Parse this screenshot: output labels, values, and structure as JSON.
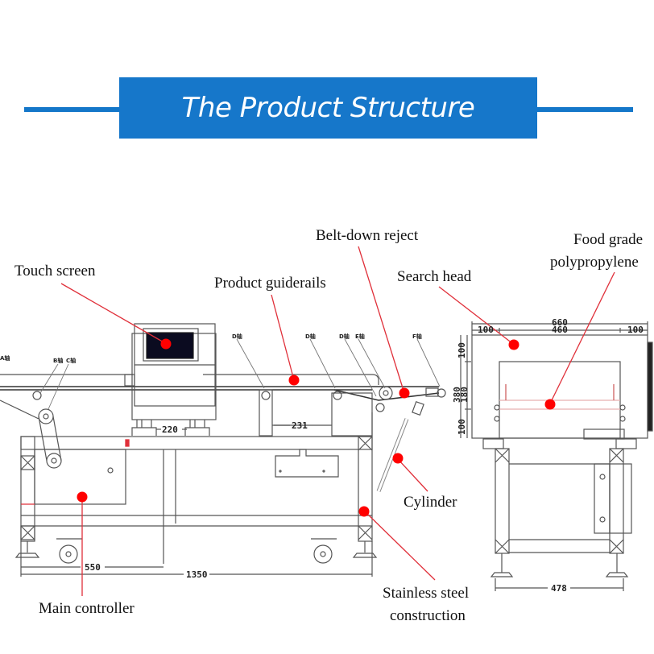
{
  "header": {
    "title": "The Product Structure"
  },
  "colors": {
    "banner": "#1677ca",
    "leader": "#e0303a",
    "marker": "#ff0000",
    "line": "#555555"
  },
  "callouts": {
    "touch_screen": "Touch screen",
    "product_guiderails": "Product guiderails",
    "belt_down_reject": "Belt-down reject",
    "search_head": "Search head",
    "food_grade_line1": "Food grade",
    "food_grade_line2": "polypropylene",
    "cylinder": "Cylinder",
    "stainless_line1": "Stainless steel",
    "stainless_line2": "construction",
    "main_controller": "Main controller"
  },
  "shaft_labels": {
    "a": "A轴",
    "b": "B轴",
    "c": "C轴",
    "d1": "D轴",
    "d2": "D轴",
    "d3": "D轴",
    "e": "E轴",
    "f": "F轴"
  },
  "dimensions": {
    "head_width": "220",
    "roller_span": "231",
    "controller_length": "550",
    "total_length": "1350",
    "front_total_width": "660",
    "front_side_left": "100",
    "front_aperture_width": "460",
    "front_side_right": "100",
    "front_height_total": "380",
    "front_aperture_height": "180",
    "front_top_margin": "100",
    "front_bottom_margin": "100",
    "leg_span": "478"
  }
}
